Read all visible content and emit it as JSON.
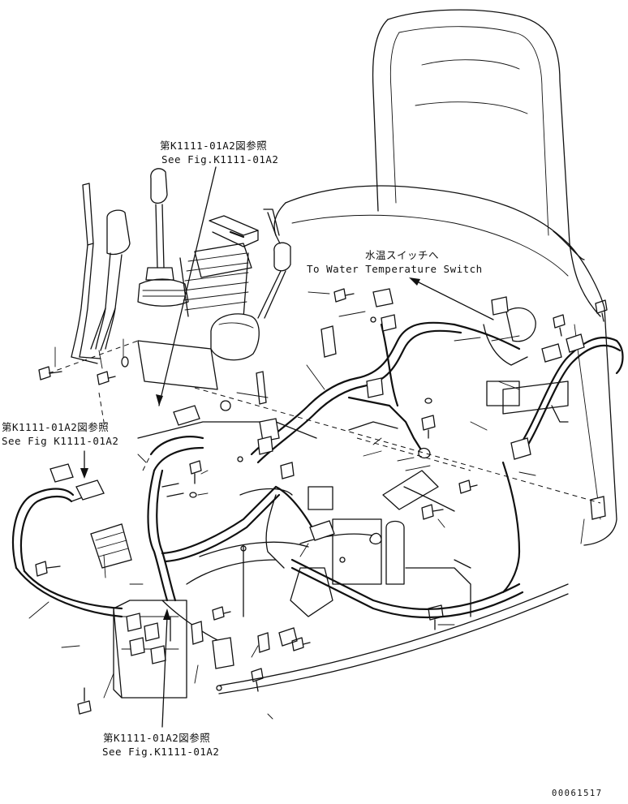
{
  "callouts": {
    "top_jp": "第K1111-01A2図参照",
    "top_en": "See Fig.K1111-01A2",
    "left_jp": "第K1111-01A2図参照",
    "left_en": "See Fig K1111-01A2",
    "bottom_jp": "第K1111-01A2図参照",
    "bottom_en": "See Fig.K1111-01A2",
    "water_jp": "水温スイッチへ",
    "water_en": "To Water Temperature Switch"
  },
  "drawing_code": "00061517"
}
